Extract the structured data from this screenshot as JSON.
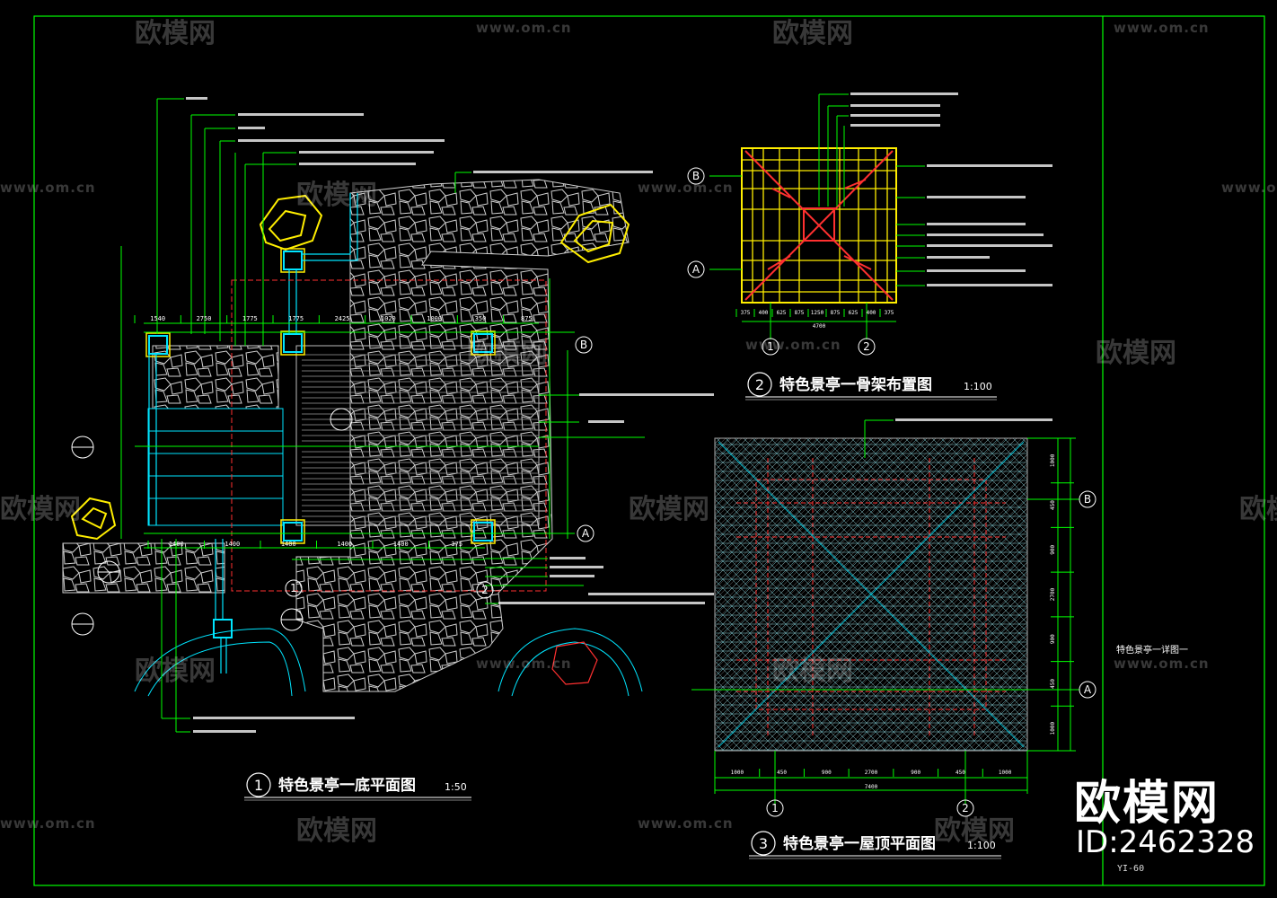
{
  "drawing": {
    "view1": {
      "number": "1",
      "title": "特色景亭一底平面图",
      "scale": "1:50"
    },
    "view2": {
      "number": "2",
      "title": "特色景亭一骨架布置图",
      "scale": "1:100"
    },
    "view3": {
      "number": "3",
      "title": "特色景亭一屋顶平面图",
      "scale": "1:100"
    },
    "grid": {
      "a": "A",
      "b": "B",
      "one": "1",
      "two": "2"
    },
    "sheet_title": "特色景亭一详图一",
    "sheet_code": "YI-60",
    "view1_dims_top": [
      "1540",
      "2750",
      "1775",
      "1775",
      "2425",
      "1020",
      "1000",
      "350",
      "875"
    ],
    "view1_dims_bottom": [
      "1400",
      "1400",
      "1400",
      "1400",
      "1400",
      "375"
    ],
    "view2_dims_bottom": [
      "375",
      "400",
      "625",
      "875",
      "1250",
      "875",
      "625",
      "400",
      "375"
    ],
    "view2_dim_total": "4700",
    "view3_dims_bottom": [
      "1000",
      "450",
      "900",
      "2700",
      "900",
      "450",
      "1000"
    ],
    "view3_dim_total": "7400",
    "view3_dims_right": [
      "1000",
      "450",
      "900",
      "2700",
      "900",
      "450",
      "1000"
    ]
  },
  "watermark": {
    "brand": "欧模网",
    "url": "www.om.cn",
    "id": "ID:2462328"
  },
  "colors": {
    "bg": "#000000",
    "frame": "#00ff00",
    "cyan": "#00e5ff",
    "yellow": "#ffee00",
    "red": "#ff3030",
    "white": "#ffffff",
    "stone": "#cfcfcf",
    "gray": "#8a8a8a"
  }
}
